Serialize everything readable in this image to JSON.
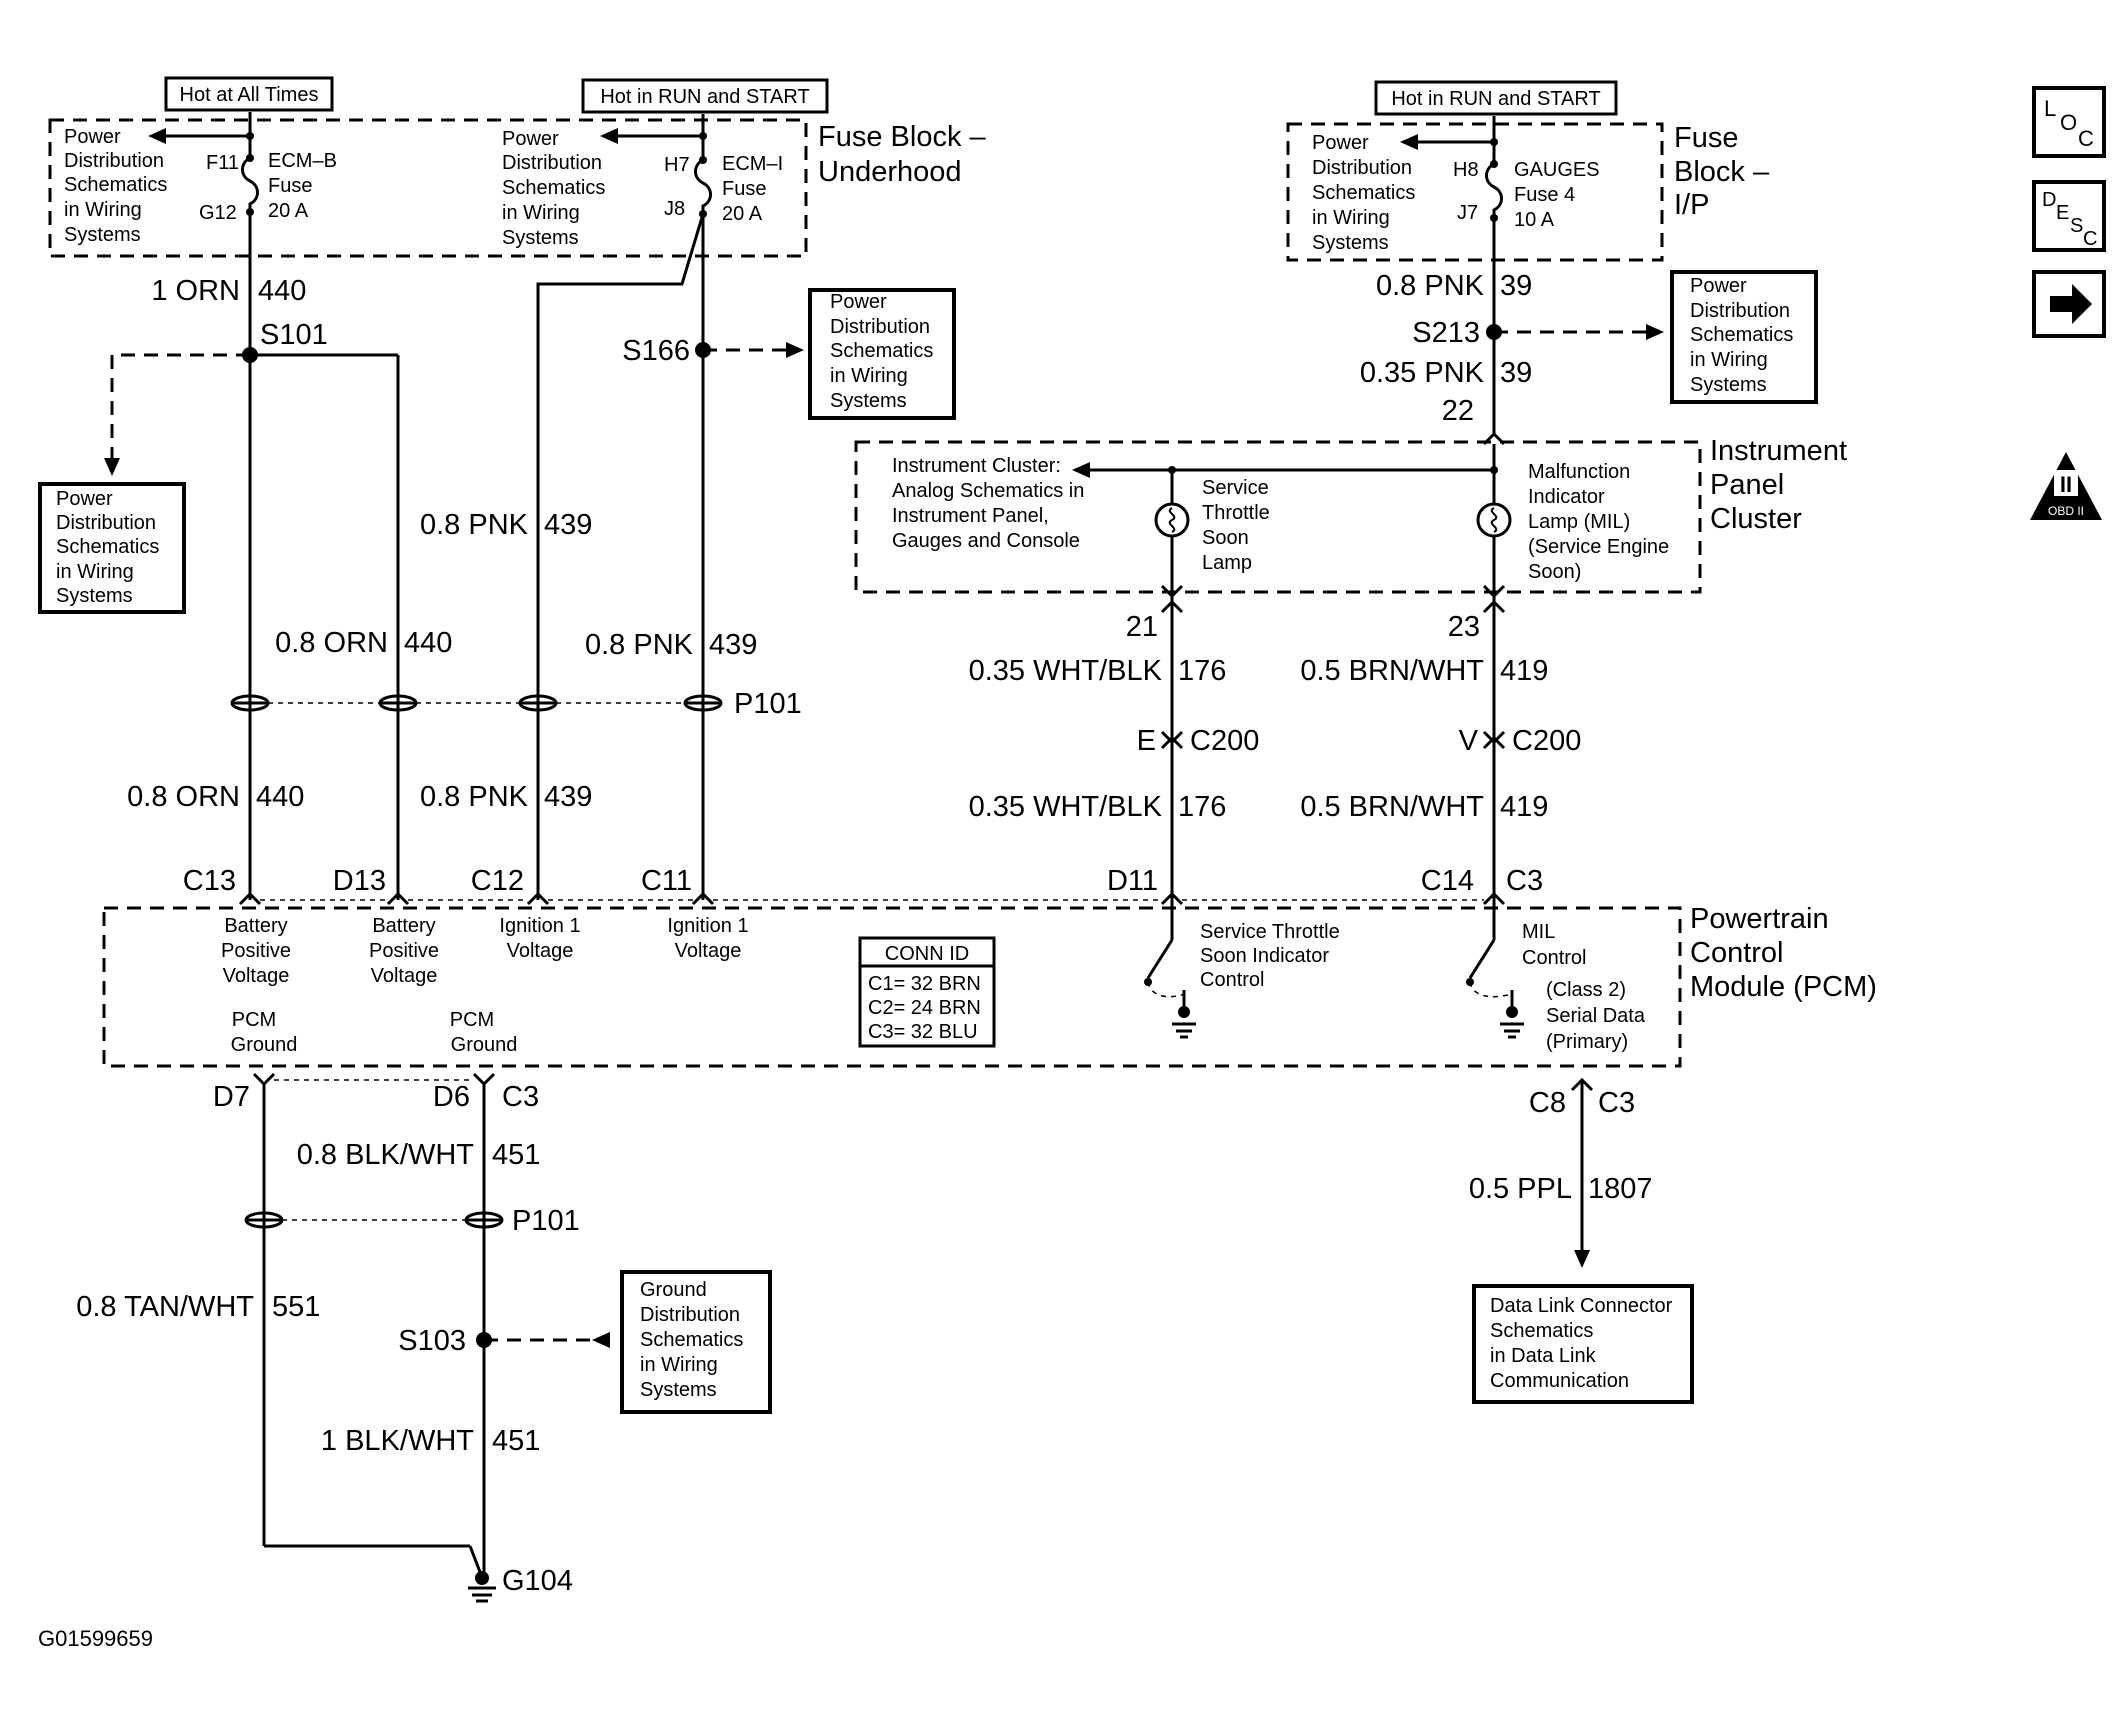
{
  "header_boxes": {
    "hot_all_times": "Hot at All Times",
    "hot_run_start_1": "Hot in RUN and START",
    "hot_run_start_2": "Hot in RUN and START"
  },
  "fuse_block_underhood": {
    "title_line1": "Fuse Block –",
    "title_line2": "Underhood",
    "left_ref": [
      "Power",
      "Distribution",
      "Schematics",
      "in Wiring",
      "Systems"
    ],
    "ecmb_in": "F11",
    "ecmb_out": "G12",
    "ecmb_label": [
      "ECM–B",
      "Fuse",
      "20 A"
    ],
    "mid_ref": [
      "Power",
      "Distribution",
      "Schematics",
      "in Wiring",
      "Systems"
    ],
    "ecmi_in": "H7",
    "ecmi_out": "J8",
    "ecmi_label": [
      "ECM–I",
      "Fuse",
      "20 A"
    ]
  },
  "fuse_block_ip": {
    "title_line1": "Fuse",
    "title_line2": "Block –",
    "title_line3": "I/P",
    "ref": [
      "Power",
      "Distribution",
      "Schematics",
      "in Wiring",
      "Systems"
    ],
    "fuse_in": "H8",
    "fuse_out": "J7",
    "fuse_label": [
      "GAUGES",
      "Fuse 4",
      "10 A"
    ]
  },
  "wires": {
    "w1_gauge": "1 ORN",
    "w1_num": "440",
    "splice_s101": "S101",
    "splice_s166": "S166",
    "w_pnk_439_a_gauge": "0.8 PNK",
    "w_pnk_439_a_num": "439",
    "w_orn_440_b_gauge": "0.8 ORN",
    "w_orn_440_b_num": "440",
    "w_pnk_439_b_gauge": "0.8 PNK",
    "w_pnk_439_b_num": "439",
    "p101_top": "P101",
    "w_orn_440_c_gauge": "0.8 ORN",
    "w_orn_440_c_num": "440",
    "w_pnk_439_c_gauge": "0.8 PNK",
    "w_pnk_439_c_num": "439",
    "w_pnk39_a_gauge": "0.8 PNK",
    "w_pnk39_a_num": "39",
    "splice_s213": "S213",
    "w_pnk39_b_gauge": "0.35 PNK",
    "w_pnk39_b_num": "39",
    "pin_22": "22",
    "pin_21": "21",
    "pin_23": "23",
    "w_176_a_gauge": "0.35 WHT/BLK",
    "w_176_a_num": "176",
    "w_419_a_gauge": "0.5 BRN/WHT",
    "w_419_a_num": "419",
    "c200_e_pin": "E",
    "c200_e_name": "C200",
    "c200_v_pin": "V",
    "c200_v_name": "C200",
    "w_176_b_gauge": "0.35 WHT/BLK",
    "w_176_b_num": "176",
    "w_419_b_gauge": "0.5 BRN/WHT",
    "w_419_b_num": "419"
  },
  "ref_boxes": {
    "s101_ref": [
      "Power",
      "Distribution",
      "Schematics",
      "in Wiring",
      "Systems"
    ],
    "s166_ref": [
      "Power",
      "Distribution",
      "Schematics",
      "in Wiring",
      "Systems"
    ],
    "s213_ref": [
      "Power",
      "Distribution",
      "Schematics",
      "in Wiring",
      "Systems"
    ],
    "s103_ref": [
      "Ground",
      "Distribution",
      "Schematics",
      "in Wiring",
      "Systems"
    ],
    "dlc_ref": [
      "Data Link Connector",
      "Schematics",
      "in Data Link",
      "Communication"
    ]
  },
  "instrument_cluster": {
    "title": [
      "Instrument",
      "Panel",
      "Cluster"
    ],
    "ref": [
      "Instrument Cluster:",
      "Analog Schematics in",
      "Instrument Panel,",
      "Gauges and Console"
    ],
    "lamp1": [
      "Service",
      "Throttle",
      "Soon",
      "Lamp"
    ],
    "lamp2": [
      "Malfunction",
      "Indicator",
      "Lamp (MIL)",
      "(Service Engine",
      "Soon)"
    ]
  },
  "pcm": {
    "title": [
      "Powertrain",
      "Control",
      "Module (PCM)"
    ],
    "pin_c13": "C13",
    "pin_d13": "D13",
    "pin_c12": "C12",
    "pin_c11": "C11",
    "pin_d11": "D11",
    "pin_c14": "C14",
    "pin_c14_conn": "C3",
    "label_bat1": [
      "Battery",
      "Positive",
      "Voltage"
    ],
    "label_bat2": [
      "Battery",
      "Positive",
      "Voltage"
    ],
    "label_ign1": [
      "Ignition 1",
      "Voltage"
    ],
    "label_ign2": [
      "Ignition 1",
      "Voltage"
    ],
    "label_gnd1": [
      "PCM",
      "Ground"
    ],
    "label_gnd2": [
      "PCM",
      "Ground"
    ],
    "conn_id_title": "CONN ID",
    "conn_id_rows": [
      "C1= 32 BRN",
      "C2= 24 BRN",
      "C3= 32 BLU"
    ],
    "stsi": [
      "Service Throttle",
      "Soon Indicator",
      "Control"
    ],
    "mil": [
      "MIL",
      "Control"
    ],
    "class2": [
      "(Class 2)",
      "Serial Data",
      "(Primary)"
    ],
    "pin_d7": "D7",
    "pin_d6": "D6",
    "pin_d6_conn": "C3",
    "pin_c8": "C8",
    "pin_c8_conn": "C3"
  },
  "lower": {
    "w_451_a_gauge": "0.8 BLK/WHT",
    "w_451_a_num": "451",
    "p101_bottom": "P101",
    "w_551_gauge": "0.8 TAN/WHT",
    "w_551_num": "551",
    "splice_s103": "S103",
    "w_451_b_gauge": "1 BLK/WHT",
    "w_451_b_num": "451",
    "ground_g104": "G104",
    "w_1807_gauge": "0.5 PPL",
    "w_1807_num": "1807"
  },
  "side_icons": {
    "loc": [
      "L",
      "O",
      "C"
    ],
    "desc": [
      "D",
      "E",
      "S",
      "C"
    ],
    "obd": [
      "II",
      "OBD II"
    ]
  },
  "footer_id": "G01599659"
}
